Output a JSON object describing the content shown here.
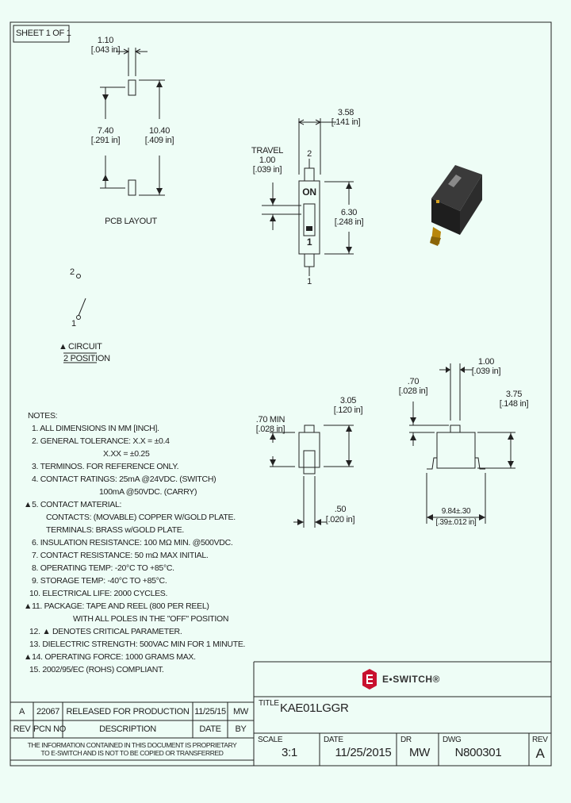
{
  "sheet": "SHEET 1 OF 1",
  "pcb": {
    "label": "PCB LAYOUT",
    "dim_top": "1.10",
    "dim_top_in": "[.043 in]",
    "dim_mid": "7.40",
    "dim_mid_in": "[.291 in]",
    "dim_outer": "10.40",
    "dim_outer_in": "[.409 in]"
  },
  "side_view": {
    "travel_label": "TRAVEL",
    "travel": "1.00",
    "travel_in": "[.039 in]",
    "width": "3.58",
    "width_in": "[.141 in]",
    "height": "6.30",
    "height_in": "[.248 in]",
    "pin_top": "2",
    "pin_bottom": "1",
    "on_text": "ON",
    "pos_text": "1"
  },
  "circuit": {
    "pin2": "2",
    "pin1": "1",
    "marker": "▲",
    "title": "CIRCUIT",
    "subtitle": "2 POSITION"
  },
  "front_view": {
    "dim_min": ".70 MIN",
    "dim_min_in": "[.028 in]",
    "height": "3.05",
    "height_in": "[.120 in]",
    "lead": ".50",
    "lead_in": "[.020 in]"
  },
  "end_view": {
    "top_w": "1.00",
    "top_w_in": "[.039 in]",
    "act_h": ".70",
    "act_h_in": "[.028 in]",
    "height": "3.75",
    "height_in": "[.148 in]",
    "span": "9.84±.30",
    "span_in": "[.39±.012 in]"
  },
  "notes": {
    "title": "NOTES:",
    "lines": [
      "1. ALL DIMENSIONS IN MM [INCH].",
      "2. GENERAL TOLERANCE: X.X = ±0.4",
      "X.XX = ±0.25",
      "3. TERMINOS. FOR REFERENCE ONLY.",
      "4. CONTACT RATINGS: 25mA @24VDC. (SWITCH)",
      "100mA @50VDC. (CARRY)",
      "▲5. CONTACT MATERIAL:",
      "CONTACTS: (MOVABLE) COPPER W/GOLD PLATE.",
      "TERMINALS: BRASS w/GOLD PLATE.",
      "6. INSULATION RESISTANCE: 100 MΩ MIN. @500VDC.",
      "7. CONTACT RESISTANCE: 50 mΩ MAX INITIAL.",
      "8. OPERATING TEMP: -20°C TO +85°C.",
      "9. STORAGE TEMP: -40°C TO +85°C.",
      "10. ELECTRICAL LIFE: 2000 CYCLES.",
      "▲11. PACKAGE: TAPE AND REEL (800 PER REEL)",
      "WITH ALL POLES IN THE \"OFF\" POSITION",
      "12. ▲ DENOTES CRITICAL PARAMETER.",
      "13. DIELECTRIC STRENGTH: 500VAC MIN FOR 1 MINUTE.",
      "▲14. OPERATING FORCE: 1000 GRAMS MAX.",
      "15. 2002/95/EC (ROHS) COMPLIANT."
    ]
  },
  "revision_table": {
    "rev": "A",
    "pcn": "22067",
    "description": "RELEASED FOR PRODUCTION",
    "date": "11/25/15",
    "by": "MW",
    "h_rev": "REV",
    "h_pcn": "PCN NO",
    "h_desc": "DESCRIPTION",
    "h_date": "DATE",
    "h_by": "BY",
    "proprietary_1": "THE INFORMATION CONTAINED IN THIS DOCUMENT IS PROPRIETARY",
    "proprietary_2": "TO E-SWITCH AND IS NOT TO BE COPIED OR TRANSFERRED"
  },
  "title_block": {
    "logo_text": "E•SWITCH®",
    "title_label": "TITLE",
    "title": "KAE01LGGR",
    "scale_label": "SCALE",
    "scale": "3:1",
    "date_label": "DATE",
    "date": "11/25/2015",
    "dr_label": "DR",
    "dr": "MW",
    "dwg_label": "DWG",
    "dwg": "N800301",
    "rev_label": "REV",
    "rev": "A"
  },
  "colors": {
    "background": "#eefdf6",
    "line": "#222222",
    "logo": "#c8102e",
    "body": "#2b2b2b",
    "terminal": "#b8860b"
  }
}
